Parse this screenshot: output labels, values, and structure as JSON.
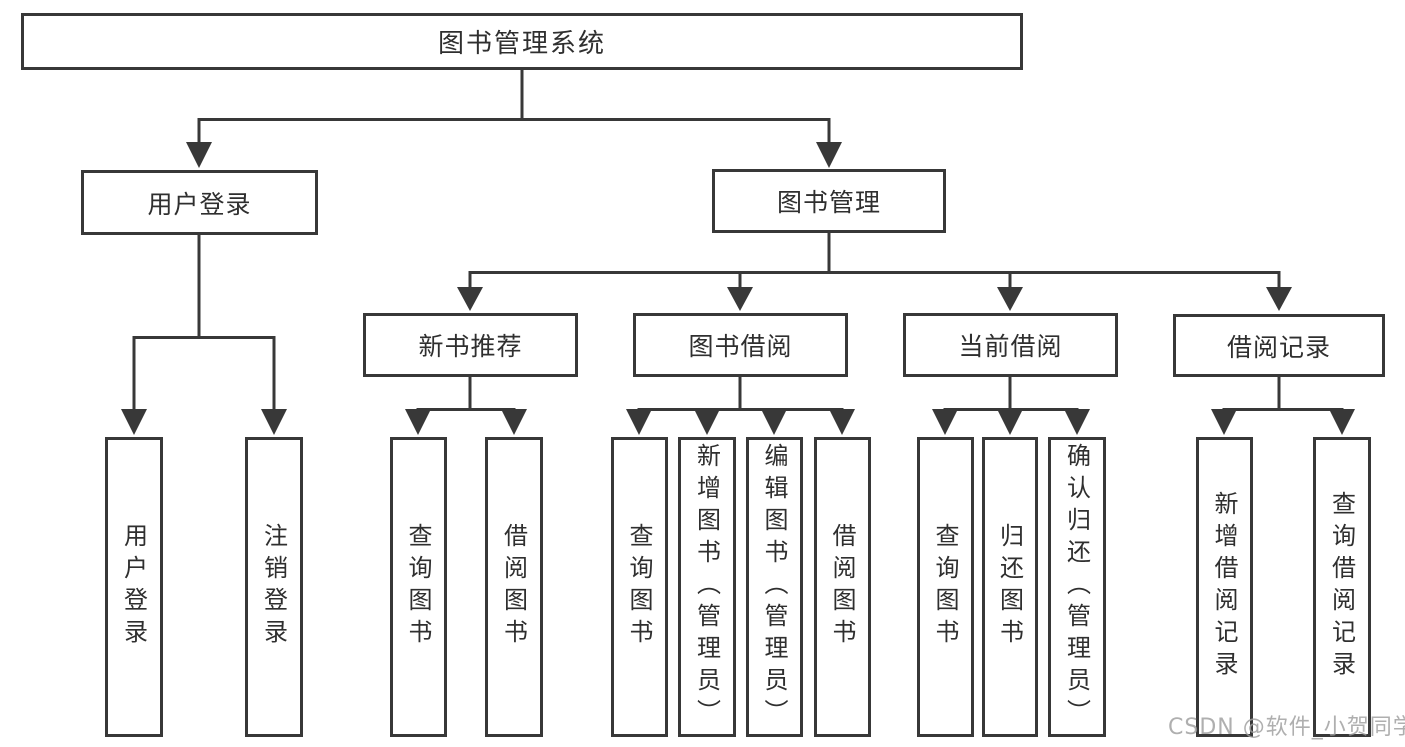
{
  "nodes": {
    "root": "图书管理系统",
    "user_login": "用户登录",
    "book_management": "图书管理",
    "new_book_recommend": "新书推荐",
    "book_borrow": "图书借阅",
    "current_borrow": "当前借阅",
    "borrow_records": "借阅记录",
    "leaf_user_login": "用户登录",
    "leaf_logout": "注销登录",
    "leaf_nb_query_books": "查询图书",
    "leaf_nb_borrow_books": "借阅图书",
    "leaf_bb_query_books": "查询图书",
    "leaf_bb_add_books": "新增图书（管理员）",
    "leaf_bb_edit_books": "编辑图书（管理员）",
    "leaf_bb_borrow_books": "借阅图书",
    "leaf_cb_query_books": "查询图书",
    "leaf_cb_return_books": "归还图书",
    "leaf_cb_confirm_return": "确认归还（管理员）",
    "leaf_br_add_record": "新增借阅记录",
    "leaf_br_query_record": "查询借阅记录"
  },
  "watermark": "CSDN @软件_小贺同学",
  "colors": {
    "line": "#383838",
    "text": "#2f2f2f",
    "watermark": "#9e9e9e",
    "background": "#ffffff"
  }
}
